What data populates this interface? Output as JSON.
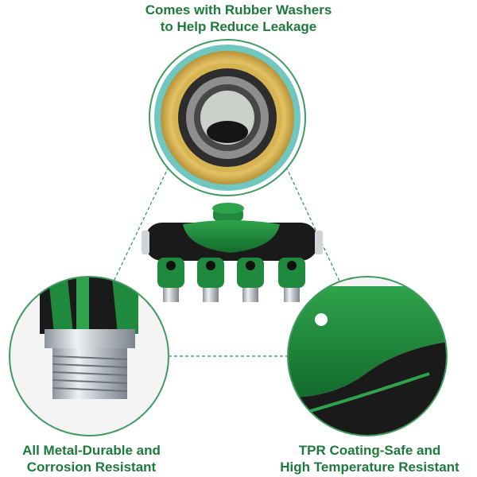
{
  "captions": {
    "top": {
      "line1": "Comes with Rubber Washers",
      "line2": "to Help Reduce Leakage"
    },
    "left": {
      "line1": "All Metal-Durable and",
      "line2": "Corrosion Resistant"
    },
    "right": {
      "line1": "TPR Coating-Safe and",
      "line2": "High Temperature Resistant"
    }
  },
  "colors": {
    "caption_text": "#1e7a3c",
    "body_green": "#1f8a3d",
    "body_black": "#1a1a1a",
    "brass": "#c9a441",
    "teal_washer": "#6fc7bf",
    "metal": "#c7ccd1"
  },
  "icons": [
    "brass-coupling-closeup",
    "four-way-hose-splitter",
    "metal-thread-closeup",
    "tpr-coating-closeup"
  ]
}
